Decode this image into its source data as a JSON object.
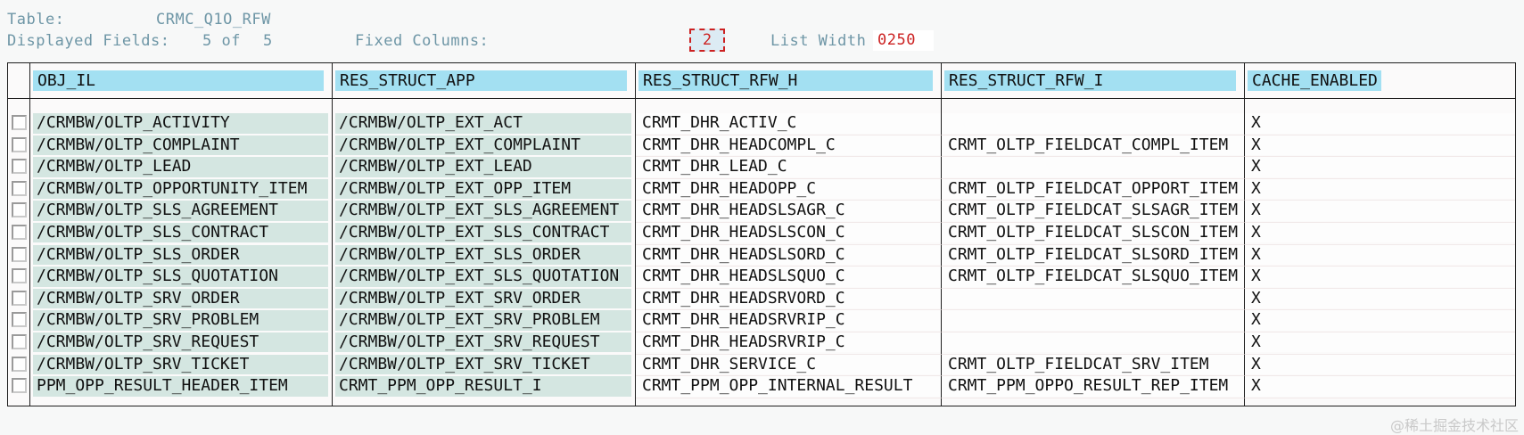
{
  "header": {
    "table_label": "Table:",
    "table_name": "CRMC_Q1O_RFW",
    "displayed_fields_label": "Displayed Fields:",
    "displayed_count": "5 of",
    "total_count": "5",
    "fixed_columns_label": "Fixed Columns:",
    "fixed_columns_value": "2",
    "list_width_label": "List Width",
    "list_width_value": "0250"
  },
  "table": {
    "columns": [
      "OBJ_IL",
      "RES_STRUCT_APP",
      "RES_STRUCT_RFW_H",
      "RES_STRUCT_RFW_I",
      "CACHE_ENABLED"
    ],
    "rows": [
      {
        "obj_il": "/CRMBW/OLTP_ACTIVITY",
        "res_struct_app": "/CRMBW/OLTP_EXT_ACT",
        "res_struct_rfw_h": "CRMT_DHR_ACTIV_C",
        "res_struct_rfw_i": "",
        "cache_enabled": "X"
      },
      {
        "obj_il": "/CRMBW/OLTP_COMPLAINT",
        "res_struct_app": "/CRMBW/OLTP_EXT_COMPLAINT",
        "res_struct_rfw_h": "CRMT_DHR_HEADCOMPL_C",
        "res_struct_rfw_i": "CRMT_OLTP_FIELDCAT_COMPL_ITEM",
        "cache_enabled": "X"
      },
      {
        "obj_il": "/CRMBW/OLTP_LEAD",
        "res_struct_app": "/CRMBW/OLTP_EXT_LEAD",
        "res_struct_rfw_h": "CRMT_DHR_LEAD_C",
        "res_struct_rfw_i": "",
        "cache_enabled": "X"
      },
      {
        "obj_il": "/CRMBW/OLTP_OPPORTUNITY_ITEM",
        "res_struct_app": "/CRMBW/OLTP_EXT_OPP_ITEM",
        "res_struct_rfw_h": "CRMT_DHR_HEADOPP_C",
        "res_struct_rfw_i": "CRMT_OLTP_FIELDCAT_OPPORT_ITEM",
        "cache_enabled": "X"
      },
      {
        "obj_il": "/CRMBW/OLTP_SLS_AGREEMENT",
        "res_struct_app": "/CRMBW/OLTP_EXT_SLS_AGREEMENT",
        "res_struct_rfw_h": "CRMT_DHR_HEADSLSAGR_C",
        "res_struct_rfw_i": "CRMT_OLTP_FIELDCAT_SLSAGR_ITEM",
        "cache_enabled": "X"
      },
      {
        "obj_il": "/CRMBW/OLTP_SLS_CONTRACT",
        "res_struct_app": "/CRMBW/OLTP_EXT_SLS_CONTRACT",
        "res_struct_rfw_h": "CRMT_DHR_HEADSLSCON_C",
        "res_struct_rfw_i": "CRMT_OLTP_FIELDCAT_SLSCON_ITEM",
        "cache_enabled": "X"
      },
      {
        "obj_il": "/CRMBW/OLTP_SLS_ORDER",
        "res_struct_app": "/CRMBW/OLTP_EXT_SLS_ORDER",
        "res_struct_rfw_h": "CRMT_DHR_HEADSLSORD_C",
        "res_struct_rfw_i": "CRMT_OLTP_FIELDCAT_SLSORD_ITEM",
        "cache_enabled": "X"
      },
      {
        "obj_il": "/CRMBW/OLTP_SLS_QUOTATION",
        "res_struct_app": "/CRMBW/OLTP_EXT_SLS_QUOTATION",
        "res_struct_rfw_h": "CRMT_DHR_HEADSLSQUO_C",
        "res_struct_rfw_i": "CRMT_OLTP_FIELDCAT_SLSQUO_ITEM",
        "cache_enabled": "X"
      },
      {
        "obj_il": "/CRMBW/OLTP_SRV_ORDER",
        "res_struct_app": "/CRMBW/OLTP_EXT_SRV_ORDER",
        "res_struct_rfw_h": "CRMT_DHR_HEADSRVORD_C",
        "res_struct_rfw_i": "",
        "cache_enabled": "X"
      },
      {
        "obj_il": "/CRMBW/OLTP_SRV_PROBLEM",
        "res_struct_app": "/CRMBW/OLTP_EXT_SRV_PROBLEM",
        "res_struct_rfw_h": "CRMT_DHR_HEADSRVRIP_C",
        "res_struct_rfw_i": "",
        "cache_enabled": "X"
      },
      {
        "obj_il": "/CRMBW/OLTP_SRV_REQUEST",
        "res_struct_app": "/CRMBW/OLTP_EXT_SRV_REQUEST",
        "res_struct_rfw_h": "CRMT_DHR_HEADSRVRIP_C",
        "res_struct_rfw_i": "",
        "cache_enabled": "X"
      },
      {
        "obj_il": "/CRMBW/OLTP_SRV_TICKET",
        "res_struct_app": "/CRMBW/OLTP_EXT_SRV_TICKET",
        "res_struct_rfw_h": "CRMT_DHR_SERVICE_C",
        "res_struct_rfw_i": "CRMT_OLTP_FIELDCAT_SRV_ITEM",
        "cache_enabled": "X"
      },
      {
        "obj_il": "PPM_OPP_RESULT_HEADER_ITEM",
        "res_struct_app": "CRMT_PPM_OPP_RESULT_I",
        "res_struct_rfw_h": "CRMT_PPM_OPP_INTERNAL_RESULT",
        "res_struct_rfw_i": "CRMT_PPM_OPPO_RESULT_REP_ITEM",
        "cache_enabled": "X"
      }
    ]
  },
  "watermark": "@稀土掘金技术社区",
  "colors": {
    "top_text": "#6e96a6",
    "alert_red": "#cc2222",
    "header_highlight": "#a3e0f2",
    "key_cell_bg": "#d4e6e1"
  }
}
